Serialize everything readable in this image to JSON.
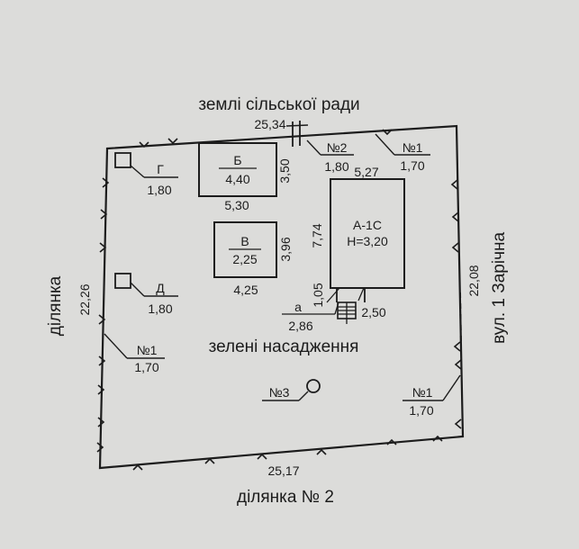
{
  "labels": {
    "north": "землі сільської ради",
    "west": "ділянка",
    "south": "ділянка № 2",
    "east": "вул. 1 Зарічна",
    "center": "зелені насадження"
  },
  "dimensions": {
    "top": "25,34",
    "bottom": "25,17",
    "left": "22,26",
    "right": "22,08"
  },
  "buildings": {
    "b": {
      "name": "Б",
      "value": "4,40",
      "width": "5,30",
      "depth": "3,50"
    },
    "v": {
      "name": "В",
      "value": "2,25",
      "width": "4,25",
      "depth": "3,96"
    },
    "a1c": {
      "name": "А-1С",
      "height": "Н=3,20",
      "width": "5,27",
      "depth": "7,74"
    },
    "porch": {
      "name": "а",
      "width": "2,86",
      "depth": "1,05",
      "steps": "2,50"
    }
  },
  "items": {
    "g": {
      "name": "Г",
      "value": "1,80"
    },
    "d": {
      "name": "Д",
      "value": "1,80"
    },
    "n2_top": {
      "name": "№2",
      "value": "1,80"
    },
    "n1_top": {
      "name": "№1",
      "value": "1,70"
    },
    "n1_left": {
      "name": "№1",
      "value": "1,70"
    },
    "n1_right": {
      "name": "№1",
      "value": "1,70"
    },
    "n3": {
      "name": "№3"
    }
  },
  "colors": {
    "paper": "#dcdcda",
    "ink": "#1c1c1c"
  }
}
